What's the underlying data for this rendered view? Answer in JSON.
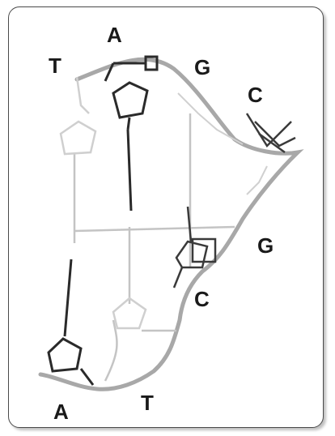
{
  "labels": {
    "top_a": "A",
    "top_t": "T",
    "top_g": "G",
    "top_c": "C",
    "mid_g": "G",
    "mid_c": "C",
    "bot_a": "A",
    "bot_t": "T"
  },
  "colors": {
    "backbone": "#9a9a9a",
    "dark_strand": "#2a2a2a",
    "light_strand": "#c4c4c4",
    "frame_border": "#4a4a4a"
  }
}
